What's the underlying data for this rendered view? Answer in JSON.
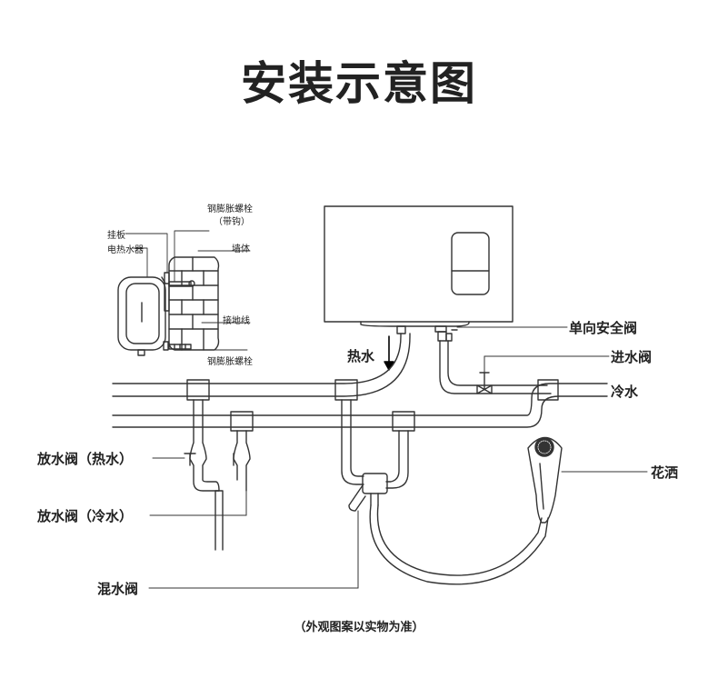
{
  "title": "安装示意图",
  "caption": "（外观图案以实物为准）",
  "inset_labels": {
    "hanger": "挂板",
    "heater": "电热水器",
    "bolt_hook_line1": "钢膨胀螺栓",
    "bolt_hook_line2": "（带钩）",
    "wall": "墙体",
    "ground_wire": "接地线",
    "bolt": "钢膨胀螺栓"
  },
  "labels": {
    "check_valve": "单向安全阀",
    "inlet_valve": "进水阀",
    "hot_water": "热水",
    "cold_water": "冷水",
    "drain_hot": "放水阀（热水）",
    "drain_cold": "放水阀（冷水）",
    "shower": "花洒",
    "mixer": "混水阀"
  },
  "colors": {
    "line": "#333333",
    "text": "#222222",
    "background": "#ffffff"
  }
}
